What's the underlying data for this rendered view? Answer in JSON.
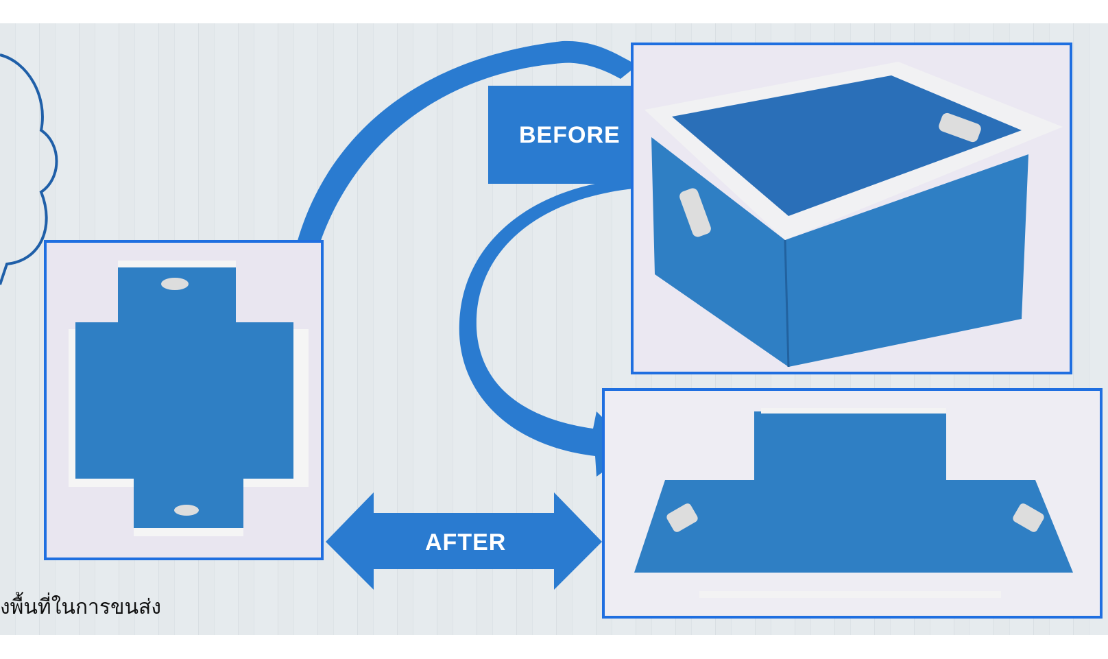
{
  "labels": {
    "before": "BEFORE",
    "after": "AFTER"
  },
  "caption": "งพื้นที่ในการขนส่ง",
  "colors": {
    "blue": "#2a7bd0",
    "frame": "#1f6fe0",
    "background": "#e2e8eb",
    "box_blue": "#2f7fc4"
  }
}
